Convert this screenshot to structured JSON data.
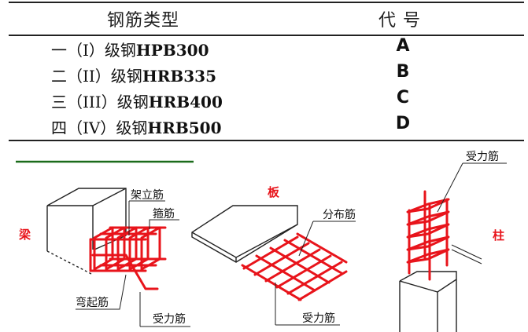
{
  "table": {
    "headers": {
      "type": "钢筋类型",
      "code": "代 号"
    },
    "rows": [
      {
        "prefix": "一（I）级钢",
        "grade": "HPB300",
        "code": "A"
      },
      {
        "prefix": "二（II）级钢",
        "grade": "HRB335",
        "code": "B"
      },
      {
        "prefix": "三（III）级钢",
        "grade": "HRB400",
        "code": "C"
      },
      {
        "prefix": "四（IV）级钢",
        "grade": "HRB500",
        "code": "D"
      }
    ]
  },
  "diagram": {
    "colors": {
      "rebar": "#e8141b",
      "member_label": "#e8141b",
      "outline": "#222222",
      "divider": "#1a6b1a"
    },
    "beam": {
      "title": "梁",
      "labels": {
        "erection_bar": "架立筋",
        "stirrup": "箍筋",
        "bent_bar": "弯起筋",
        "main_bar": "受力筋"
      }
    },
    "slab": {
      "title": "板",
      "labels": {
        "distribution_bar": "分布筋",
        "main_bar": "受力筋"
      }
    },
    "column": {
      "title": "柱",
      "labels": {
        "main_bar": "受力筋"
      }
    }
  }
}
